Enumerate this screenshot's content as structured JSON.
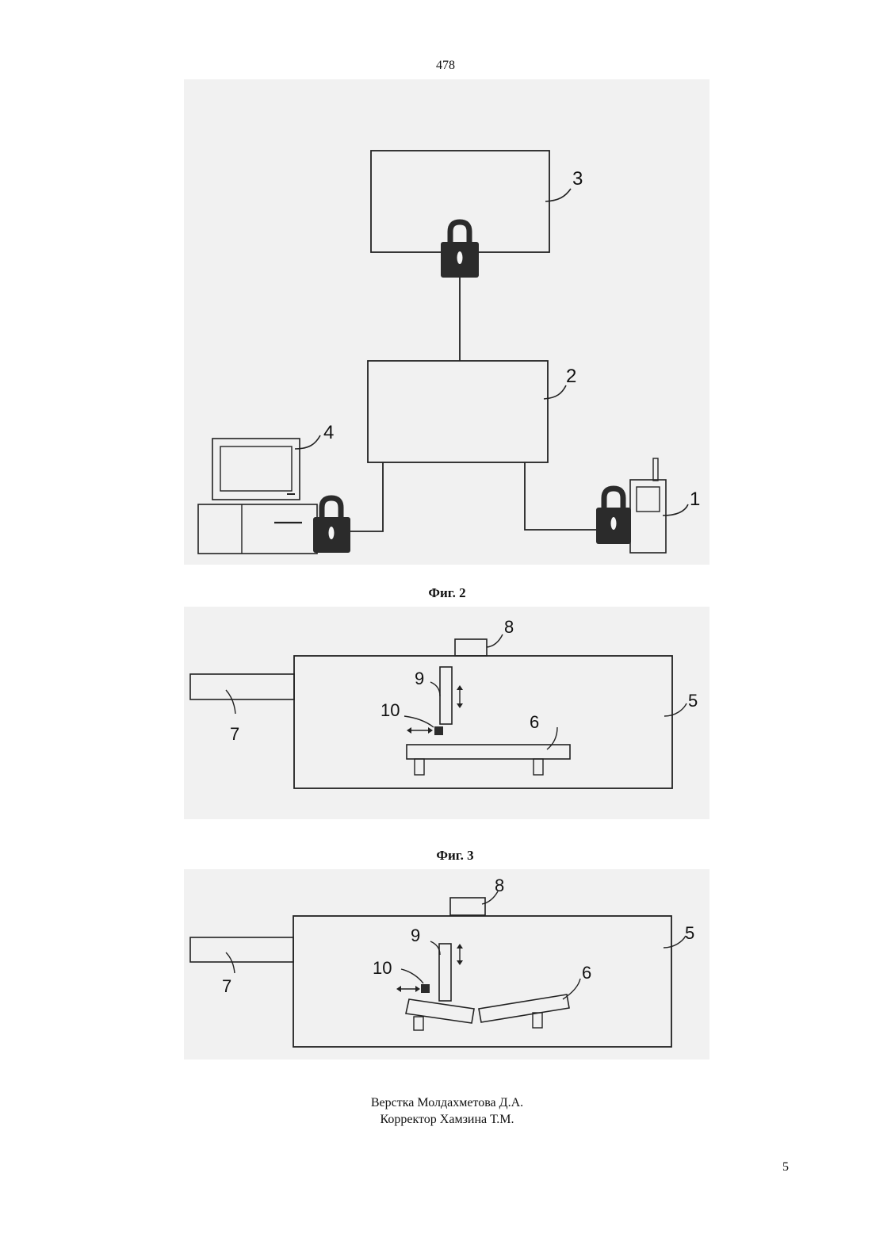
{
  "header": {
    "patent_number": "478"
  },
  "figures": {
    "fig1": {
      "title": "Фиг. 1",
      "labels": {
        "phone": "1",
        "server": "2",
        "storage": "3",
        "computer": "4"
      }
    },
    "fig2": {
      "title": "Фиг. 2",
      "labels": {
        "chamber": "5",
        "table": "6",
        "arm": "7",
        "top_unit": "8",
        "press": "9",
        "sensor": "10"
      }
    },
    "fig3": {
      "title": "Фиг. 3",
      "labels": {
        "chamber": "5",
        "table": "6",
        "arm": "7",
        "top_unit": "8",
        "press": "9",
        "sensor": "10"
      }
    }
  },
  "footer": {
    "layout_credit": "Верстка Молдахметова Д.А.",
    "proofreader_credit": "Корректор Хамзина Т.М.",
    "page_number": "5"
  },
  "colors": {
    "scan_background": "#f1f1f1",
    "lock_fill": "#2b2b2b",
    "line": "#222222"
  }
}
